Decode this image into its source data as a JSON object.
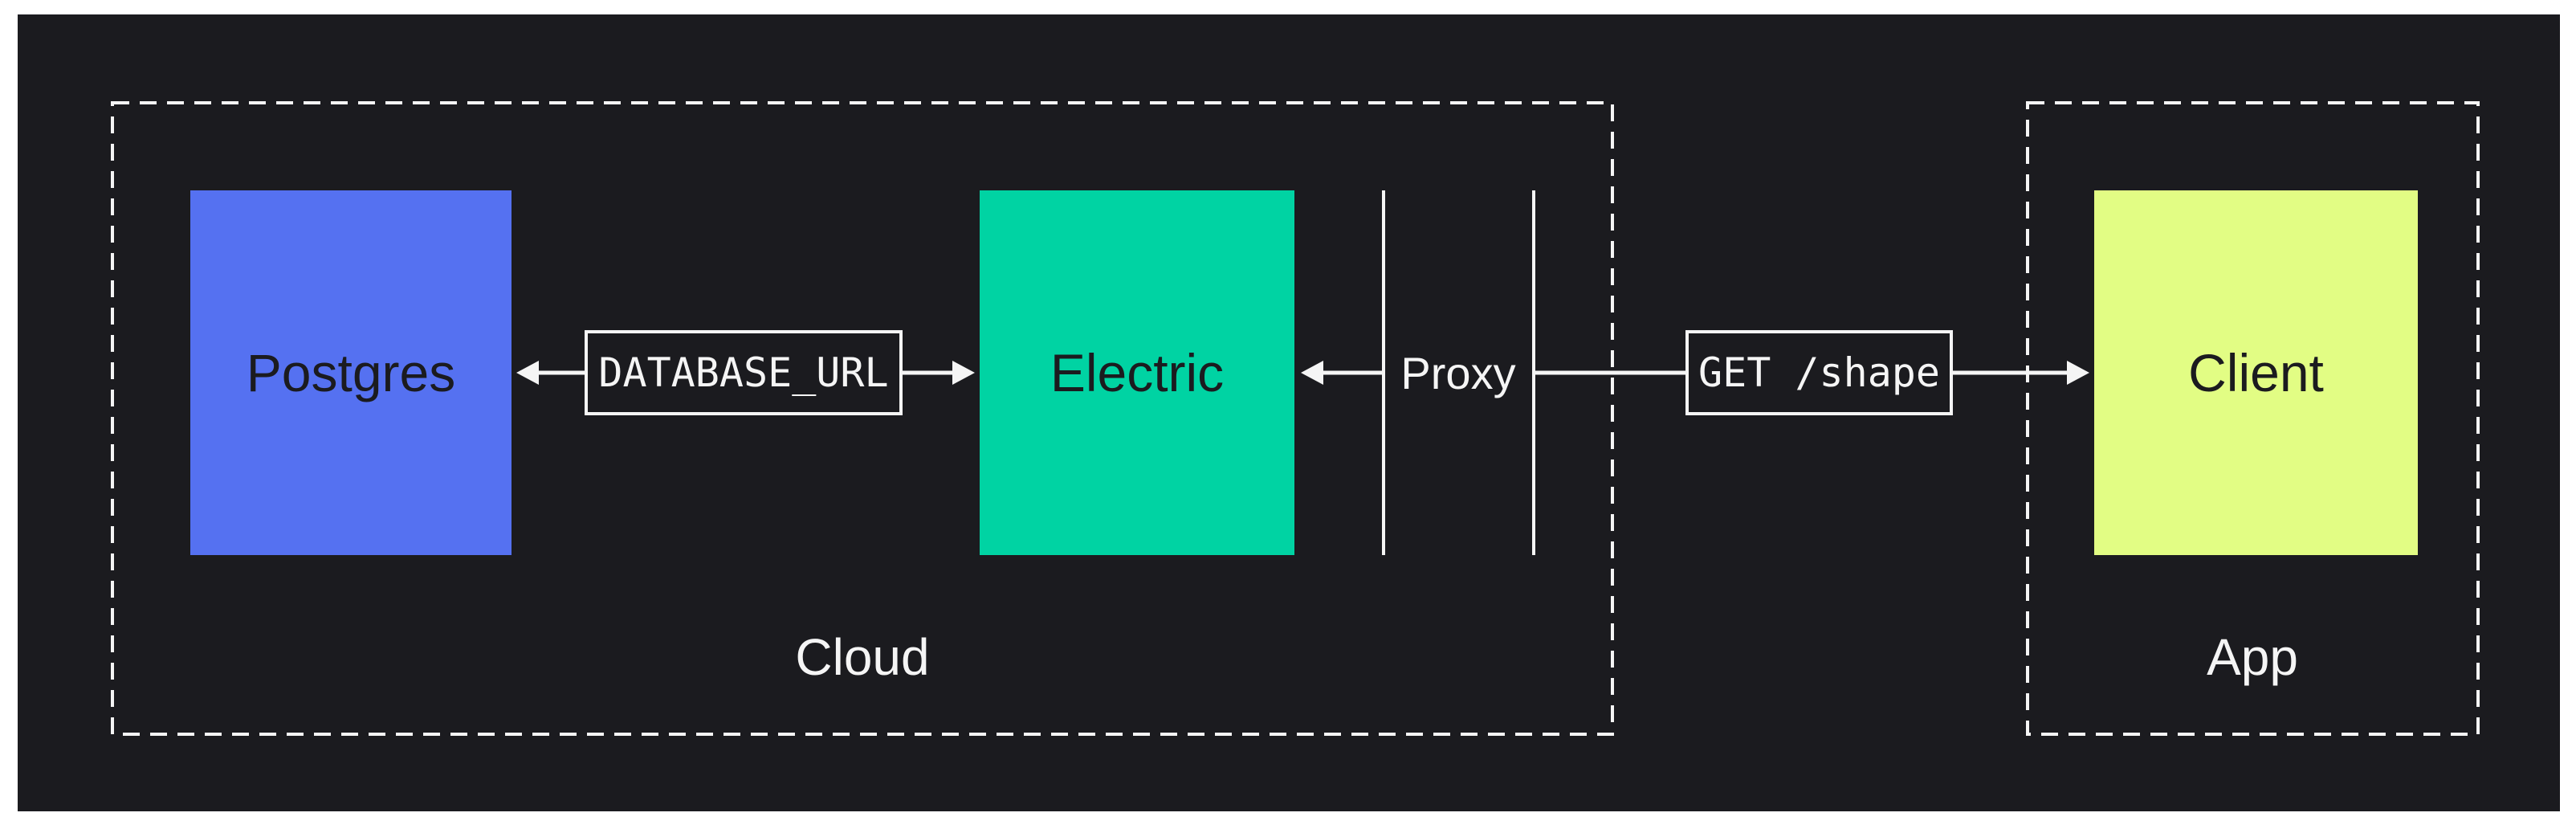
{
  "diagram": {
    "page_background": "#FFFFFF",
    "canvas_color": "#1B1B1F",
    "stroke_color": "#F5F5F5",
    "text_dark": "#1B1B1F",
    "text_light": "#F5F5F5",
    "groups": {
      "cloud": {
        "label": "Cloud"
      },
      "app": {
        "label": "App"
      }
    },
    "nodes": {
      "postgres": {
        "label": "Postgres",
        "color": "#5571F1"
      },
      "electric": {
        "label": "Electric",
        "color": "#00D3A3"
      },
      "client": {
        "label": "Client",
        "color": "#E2FD84"
      }
    },
    "edges": {
      "database_url": {
        "label": "DATABASE_URL"
      },
      "get_shape": {
        "label": "GET /shape"
      },
      "proxy": {
        "label": "Proxy"
      }
    }
  }
}
